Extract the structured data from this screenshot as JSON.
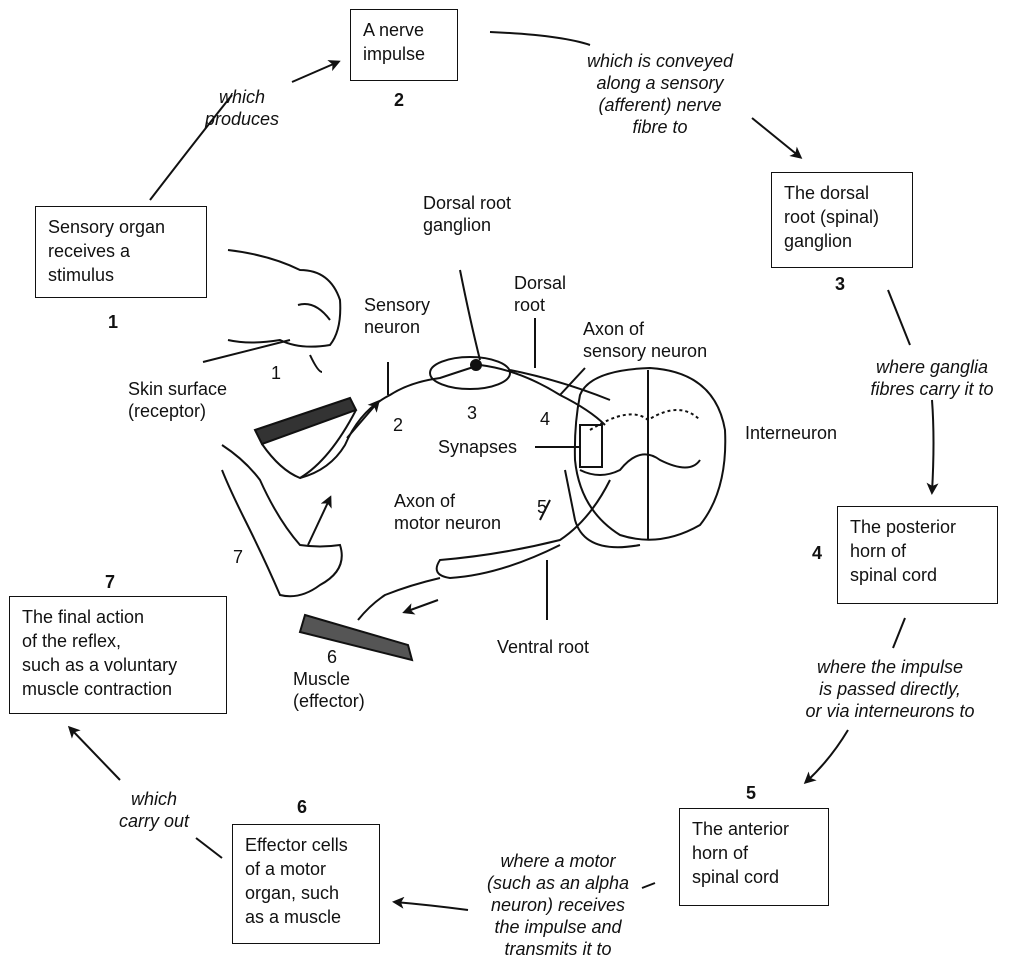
{
  "steps": [
    {
      "number": "1",
      "text": "Sensory organ\nreceives a\nstimulus"
    },
    {
      "number": "2",
      "text": "A nerve\nimpulse"
    },
    {
      "number": "3",
      "text": "The dorsal\nroot (spinal)\nganglion"
    },
    {
      "number": "4",
      "text": "The posterior\nhorn of\nspinal cord"
    },
    {
      "number": "5",
      "text": "The anterior\nhorn of\nspinal cord"
    },
    {
      "number": "6",
      "text": "Effector cells\nof a motor\norgan, such\nas a muscle"
    },
    {
      "number": "7",
      "text": "The final action\nof the reflex,\nsuch as a voluntary\nmuscle contraction"
    }
  ],
  "connectors": [
    "which\nproduces",
    "which is conveyed\nalong a sensory\n(afferent) nerve\nfibre to",
    "where ganglia\nfibres carry it to",
    "where the impulse\nis passed directly,\nor via interneurons to",
    "where a motor\n(such as an alpha\nneuron) receives\nthe impulse and\ntransmits it to",
    "which\ncarry out"
  ],
  "diagram_labels": {
    "dorsal_root_ganglion": "Dorsal root\nganglion",
    "dorsal_root": "Dorsal\nroot",
    "sensory_neuron": "Sensory\nneuron",
    "axon_sensory": "Axon of\nsensory neuron",
    "skin_surface": "Skin surface\n(receptor)",
    "synapses": "Synapses",
    "interneuron": "Interneuron",
    "axon_motor": "Axon of\nmotor neuron",
    "ventral_root": "Ventral root",
    "muscle": "Muscle\n(effector)",
    "n1": "1",
    "n2": "2",
    "n3": "3",
    "n4": "4",
    "n5": "5",
    "n6": "6",
    "n7": "7"
  }
}
